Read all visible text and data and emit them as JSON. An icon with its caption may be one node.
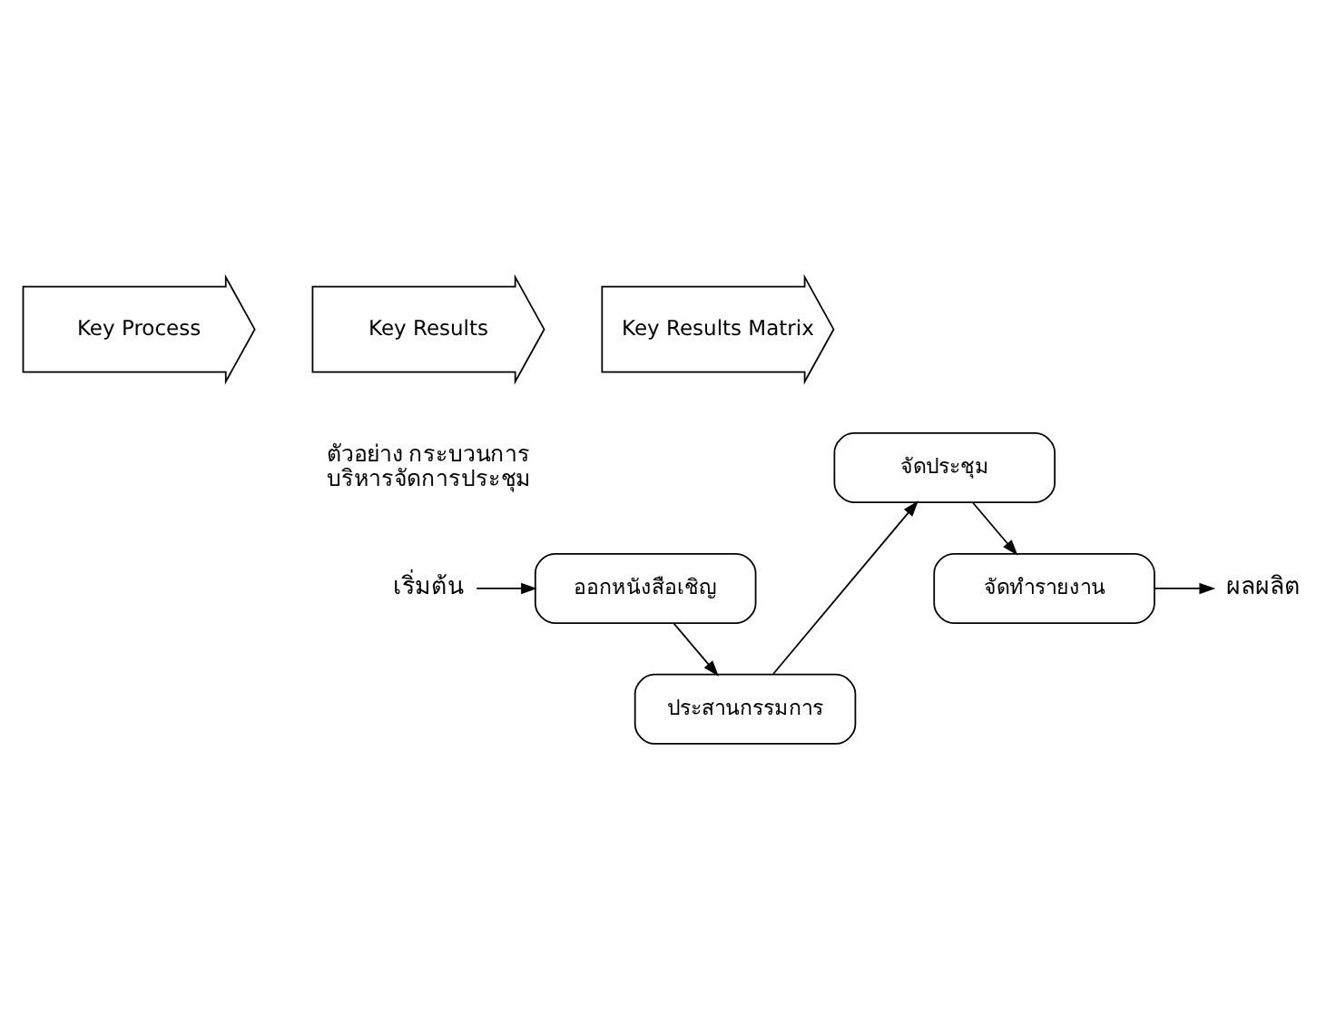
{
  "diagram": {
    "nodes": [
      {
        "text": [
          "Key Process"
        ]
      },
      {
        "text": [
          "Key Results"
        ]
      },
      {
        "text": [
          "Key Results Matrix"
        ]
      },
      {
        "text": [
          "เริ่มต้น"
        ]
      },
      {
        "text": [
          "ออกหนังสือเชิญ"
        ]
      },
      {
        "text": [
          "ประสานกรรมการ"
        ]
      },
      {
        "text": [
          "จัดประชุม"
        ]
      },
      {
        "text": [
          "จัดทำรายงาน"
        ]
      },
      {
        "text": [
          "ผลผลิต"
        ]
      }
    ],
    "edges": [
      {
        "from": 3,
        "to": 4,
        "arrow": "to"
      },
      {
        "from": 4,
        "to": 5,
        "arrow": "to"
      },
      {
        "from": 5,
        "to": 6,
        "arrow": "to"
      },
      {
        "from": 6,
        "to": 7,
        "arrow": "to"
      },
      {
        "from": 7,
        "to": 8,
        "arrow": "to"
      }
    ],
    "labels": [
      "ตัวอย่าง กระบวนการ บริหารจัดการประชุม"
    ]
  }
}
